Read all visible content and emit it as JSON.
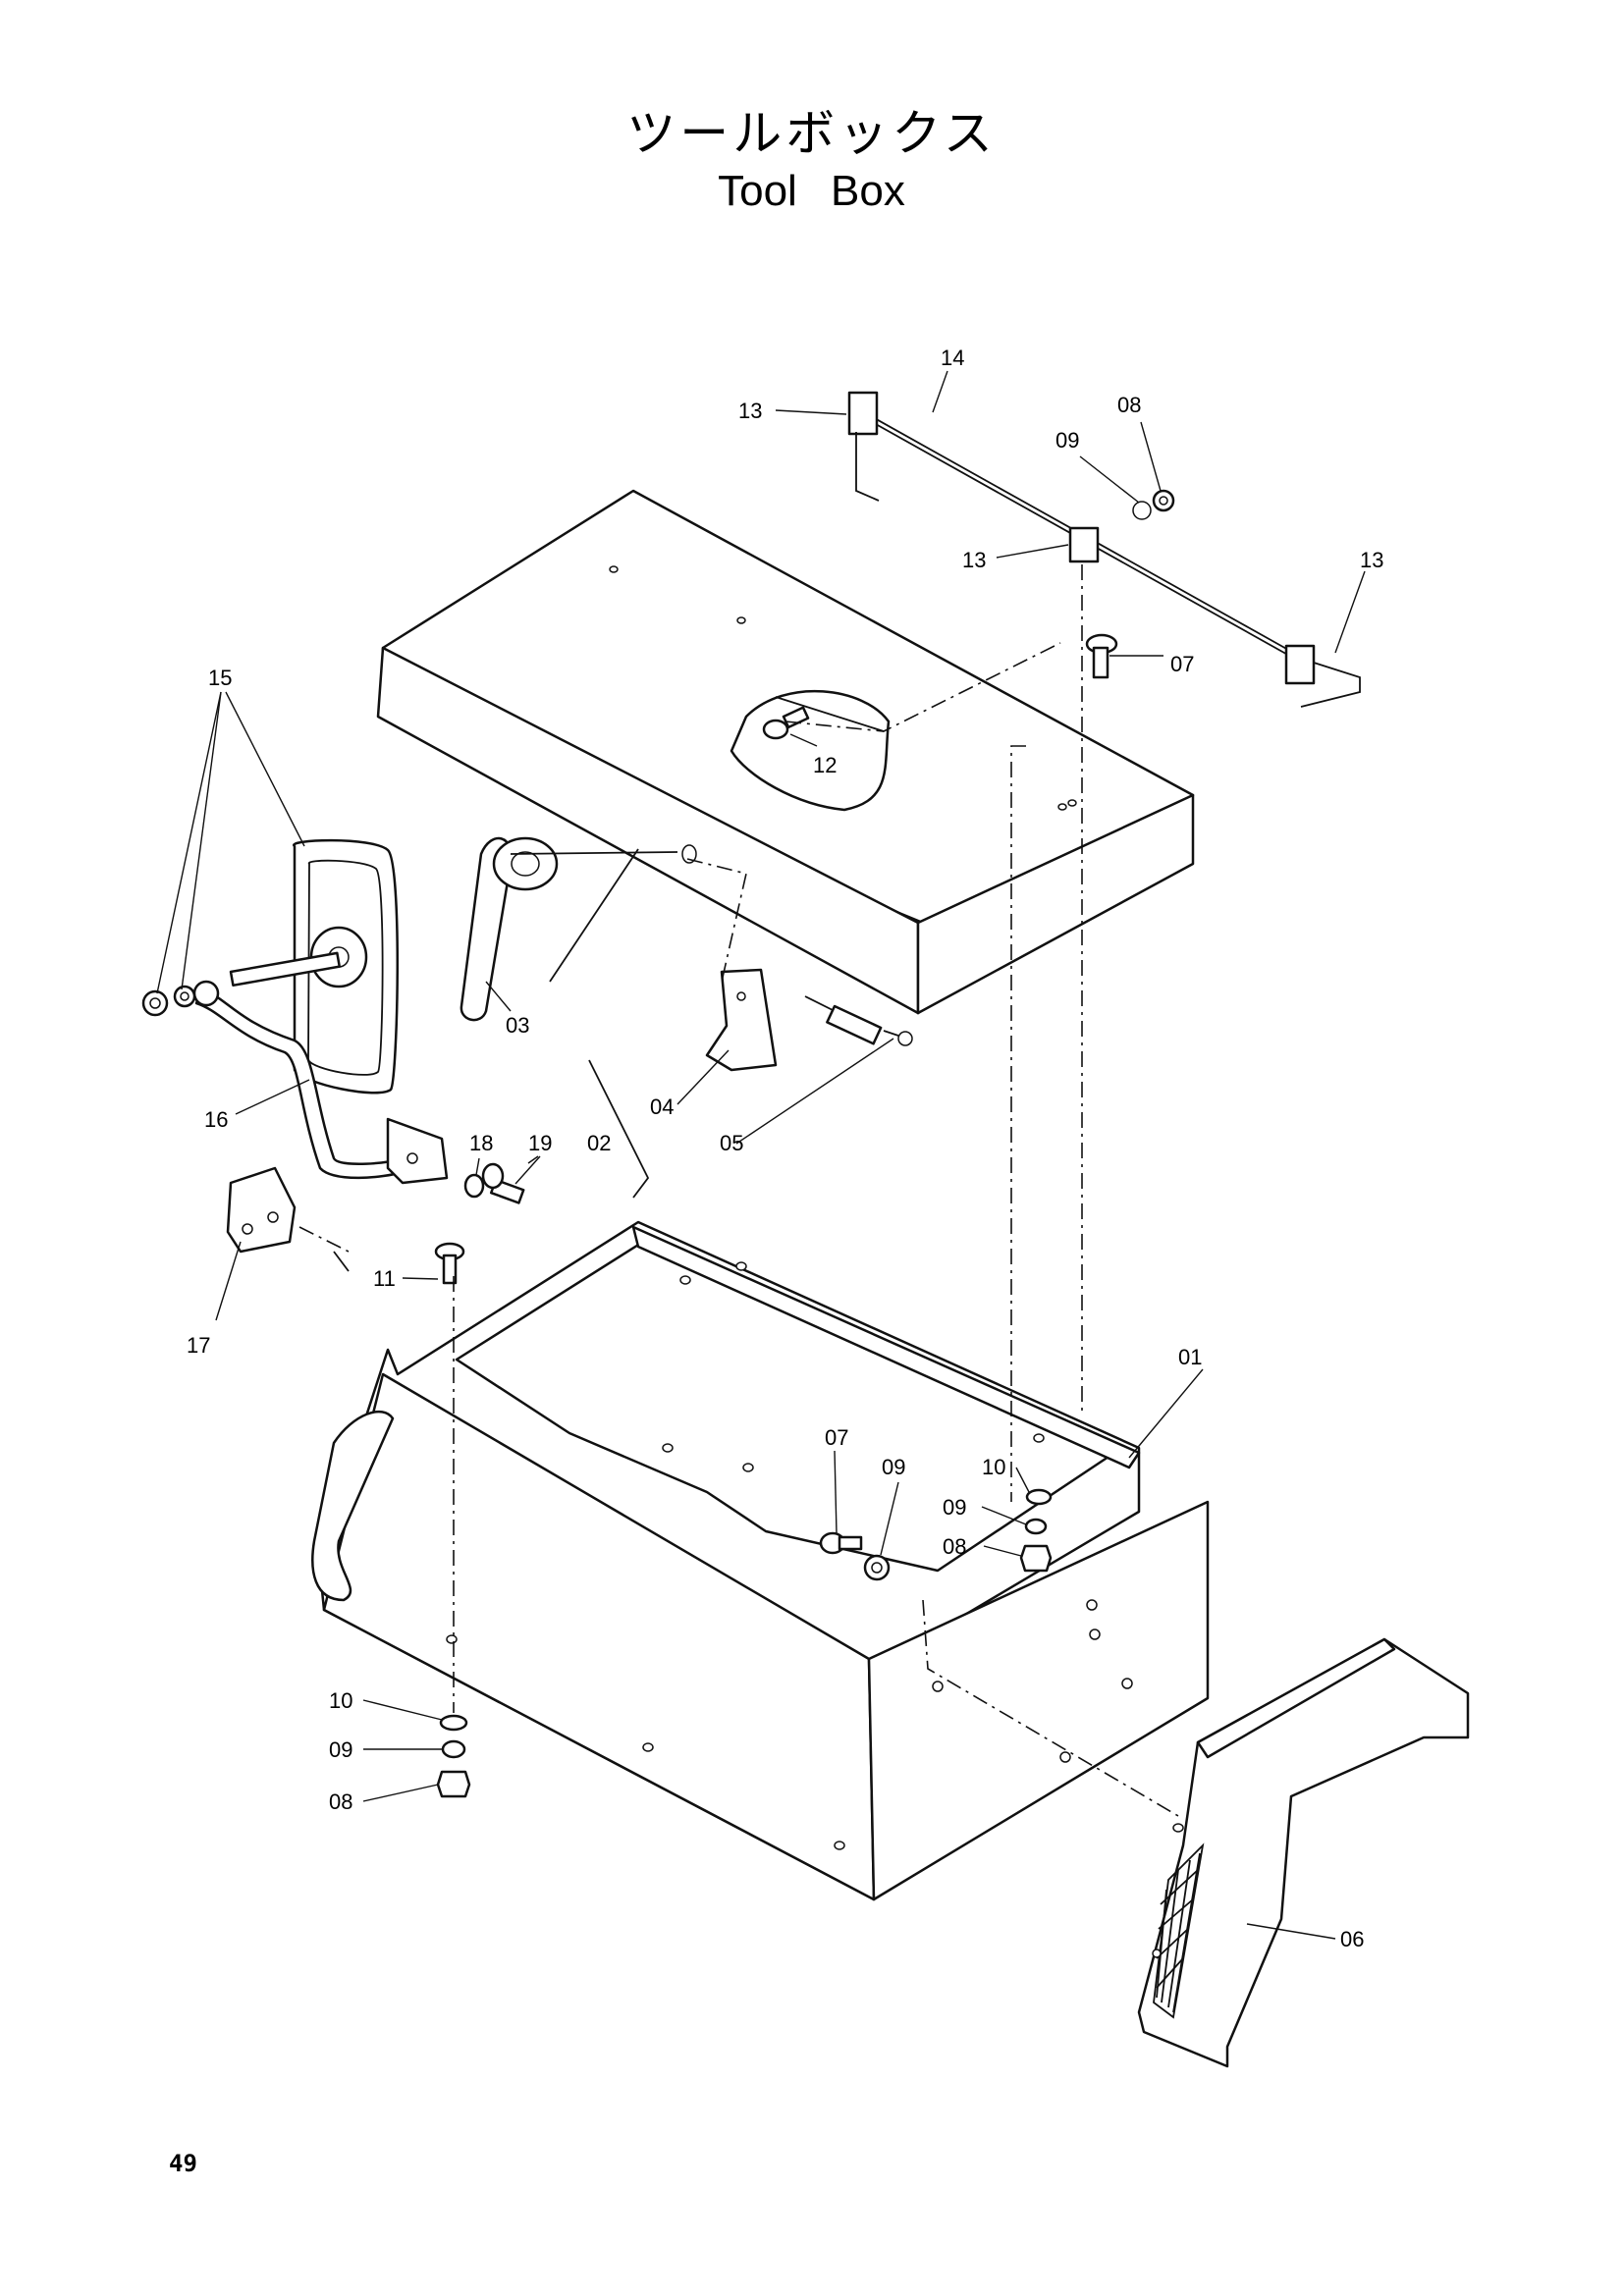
{
  "title_jp": "ツールボックス",
  "title_en": "Tool Box",
  "page_number": "49",
  "callouts": {
    "p01": "01",
    "p02": "02",
    "p03": "03",
    "p04": "04",
    "p05": "05",
    "p06": "06",
    "p07a": "07",
    "p07b": "07",
    "p08a": "08",
    "p08b": "08",
    "p08c": "08",
    "p09a": "09",
    "p09b": "09",
    "p09c": "09",
    "p09d": "09",
    "p10a": "10",
    "p10b": "10",
    "p11": "11",
    "p12": "12",
    "p13a": "13",
    "p13b": "13",
    "p13c": "13",
    "p14": "14",
    "p15": "15",
    "p16": "16",
    "p17": "17",
    "p18": "18",
    "p19": "19"
  }
}
